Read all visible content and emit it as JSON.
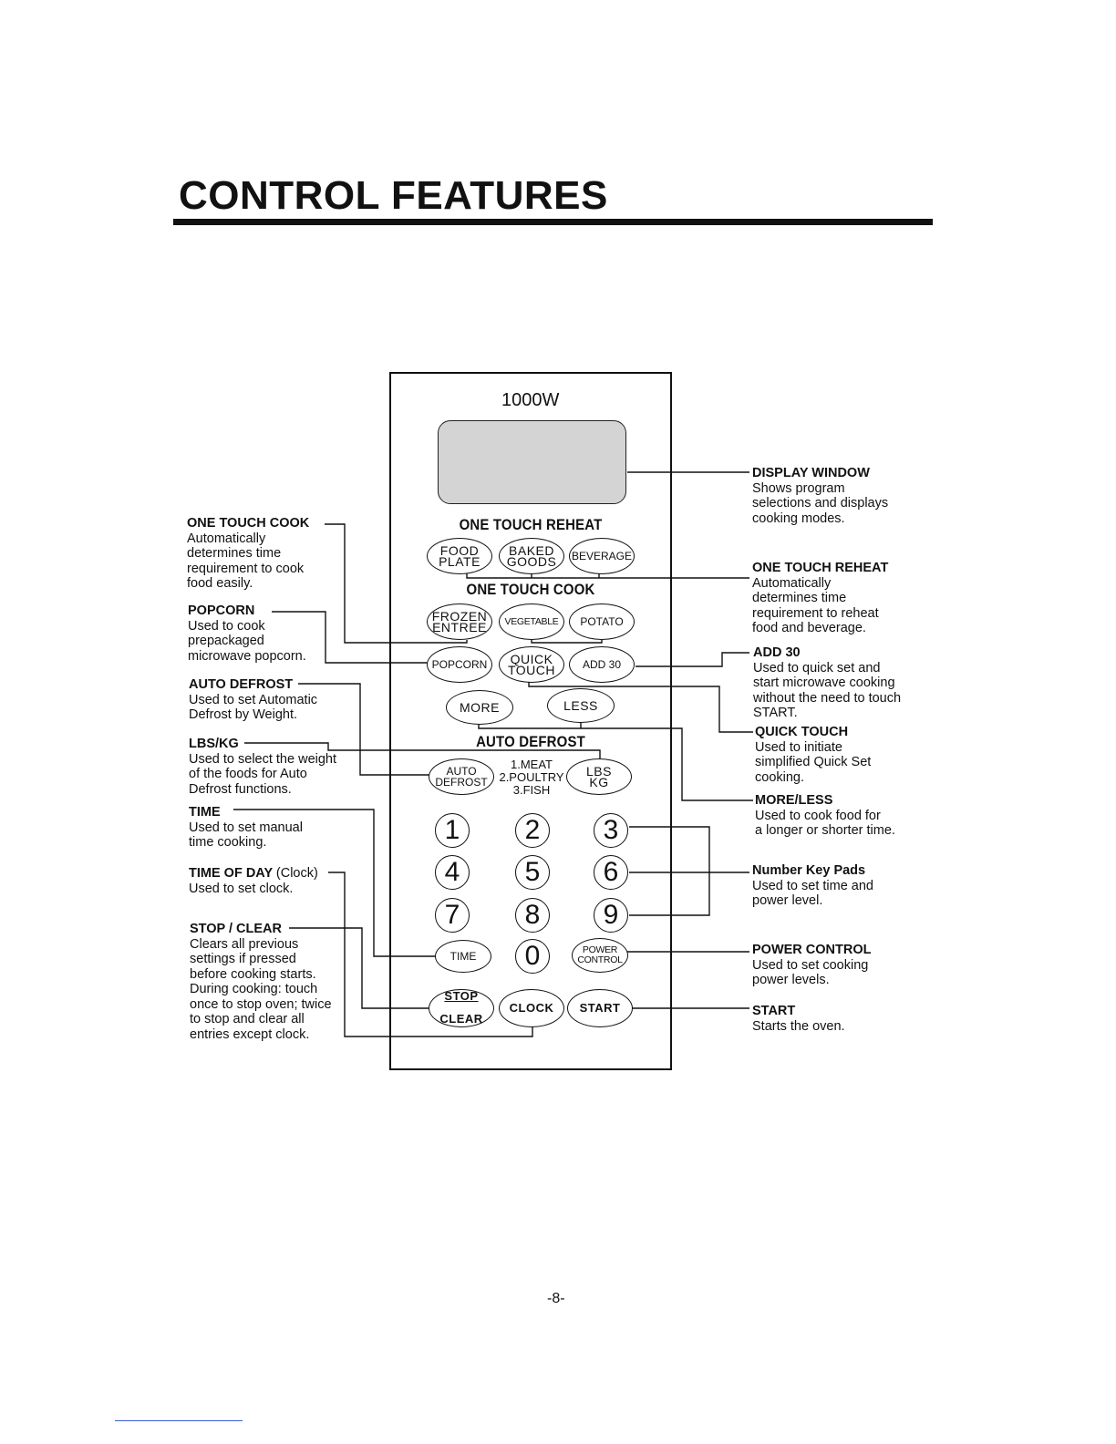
{
  "page": {
    "title": "CONTROL FEATURES",
    "page_number": "-8-"
  },
  "panel": {
    "wattage": "1000W",
    "sections": {
      "one_touch_reheat": "ONE TOUCH REHEAT",
      "one_touch_cook": "ONE TOUCH COOK",
      "auto_defrost": "AUTO DEFROST"
    },
    "buttons": {
      "food_plate": "FOOD\nPLATE",
      "baked_goods": "BAKED\nGOODS",
      "beverage": "BEVERAGE",
      "frozen_entree": "FROZEN\nENTREE",
      "vegetable": "VEGETABLE",
      "potato": "POTATO",
      "popcorn": "POPCORN",
      "quick_touch": "QUICK\nTOUCH",
      "add_30": "ADD 30",
      "more": "MORE",
      "less": "LESS",
      "auto_defrost": "AUTO\nDEFROST",
      "lbs_kg": "LBS\nKG",
      "time": "TIME",
      "power_control": "POWER\nCONTROL",
      "stop": "STOP",
      "clear": "CLEAR",
      "clock": "CLOCK",
      "start": "START"
    },
    "defrost_list": [
      "1.MEAT",
      "2.POULTRY",
      "3.FISH"
    ],
    "digits": [
      "1",
      "2",
      "3",
      "4",
      "5",
      "6",
      "7",
      "8",
      "9",
      "0"
    ]
  },
  "annotations_left": {
    "one_touch_cook": {
      "heading": "ONE TOUCH COOK",
      "body": "Automatically\ndetermines time\nrequirement to cook\nfood easily."
    },
    "popcorn": {
      "heading": "POPCORN",
      "body": "Used to cook\nprepackaged\nmicrowave popcorn."
    },
    "auto_defrost": {
      "heading": "AUTO DEFROST",
      "body": "Used to set Automatic\nDefrost by Weight."
    },
    "lbs_kg": {
      "heading": "LBS/KG",
      "body": "Used to select the weight\nof the foods for Auto\nDefrost functions."
    },
    "time": {
      "heading": "TIME",
      "body": "Used to set manual\ntime cooking."
    },
    "time_of_day": {
      "heading": "TIME OF DAY",
      "heading_suffix": "(Clock)",
      "body": "Used to set clock."
    },
    "stop_clear": {
      "heading": "STOP / CLEAR",
      "body": "Clears all previous\nsettings if pressed\nbefore cooking starts.\nDuring cooking: touch\nonce to stop oven; twice\nto stop and clear all\nentries except clock."
    }
  },
  "annotations_right": {
    "display_window": {
      "heading": "DISPLAY WINDOW",
      "body": "Shows program\nselections and displays\ncooking modes."
    },
    "one_touch_reheat": {
      "heading": "ONE TOUCH REHEAT",
      "body": "Automatically\ndetermines time\nrequirement to reheat\nfood and beverage."
    },
    "add_30": {
      "heading": "ADD 30",
      "body": "Used to quick set and\nstart microwave cooking\nwithout the need to touch\nSTART."
    },
    "quick_touch": {
      "heading": "QUICK TOUCH",
      "body": "Used to initiate\nsimplified Quick Set\ncooking."
    },
    "more_less": {
      "heading": "MORE/LESS",
      "body": "Used to cook food for\na longer or shorter time."
    },
    "number_keys": {
      "heading": "Number Key Pads",
      "body": "Used to set time and\npower level."
    },
    "power_control": {
      "heading": "POWER CONTROL",
      "body": "Used to set cooking\npower levels."
    },
    "start": {
      "heading": "START",
      "body": "Starts the oven."
    }
  }
}
